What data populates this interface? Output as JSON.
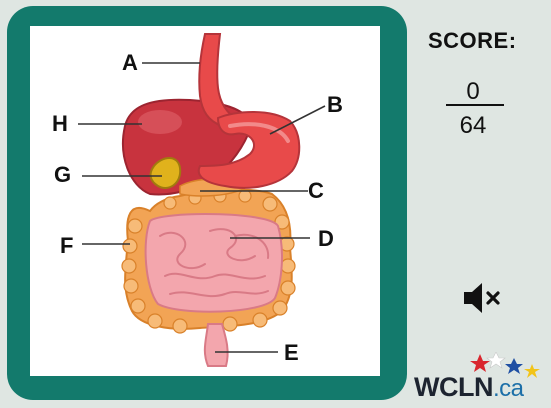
{
  "labels": {
    "a": "A",
    "b": "B",
    "c": "C",
    "d": "D",
    "e": "E",
    "f": "F",
    "g": "G",
    "h": "H"
  },
  "score": {
    "title": "SCORE:",
    "current": "0",
    "total": "64"
  },
  "sound": {
    "icon": "speaker-muted-icon"
  },
  "logo": {
    "main": "WCLN",
    "suffix": ".ca"
  },
  "colors": {
    "frame": "#137a6c",
    "stomach": "#e84a4a",
    "liver": "#c8333e",
    "intestine": "#f3a6ad",
    "colon": "#f2a455",
    "gallbladder": "#e0b21c"
  }
}
